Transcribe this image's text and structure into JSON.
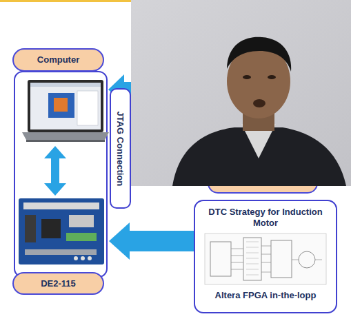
{
  "diagram": {
    "nodes": [
      {
        "text": [
          "Computer"
        ]
      },
      {
        "text": [
          "JTAG Connection"
        ]
      },
      {
        "text": [
          "DE2-115"
        ]
      },
      {
        "text": [
          "DTC Strategy for Induction Motor",
          "Altera FPGA in-the-lopp"
        ]
      }
    ],
    "edges": [
      {
        "from": 3,
        "to": 2,
        "arrow": "to"
      }
    ]
  }
}
